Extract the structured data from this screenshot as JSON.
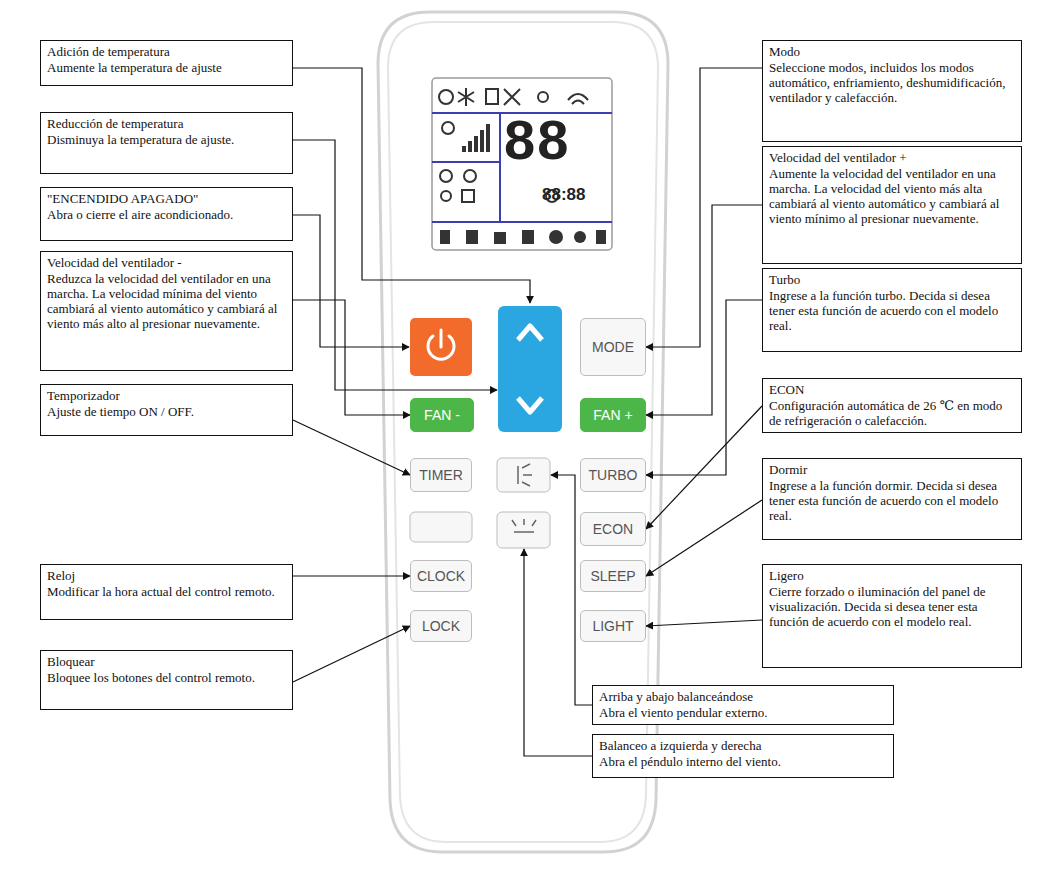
{
  "diagram": {
    "nodes": [
      {
        "text": [
          "Adición de temperatura",
          "Aumente la temperatura de ajuste"
        ]
      },
      {
        "text": [
          "Reducción de temperatura",
          "Disminuya la temperatura de ajuste."
        ]
      },
      {
        "text": [
          "\"ENCENDIDO APAGADO\"",
          "Abra o cierre el aire acondicionado."
        ]
      },
      {
        "text": [
          "Velocidad del ventilador -",
          "Reduzca la velocidad del ventilador en una marcha. La velocidad mínima del viento cambiará al viento automático y cambiará al viento más alto al presionar nuevamente."
        ]
      },
      {
        "text": [
          "Temporizador",
          "Ajuste de tiempo ON / OFF."
        ]
      },
      {
        "text": [
          "Reloj",
          "Modificar la hora actual del control remoto."
        ]
      },
      {
        "text": [
          "Bloquear",
          "Bloquee los botones del control remoto."
        ]
      },
      {
        "text": [
          "Modo",
          "Seleccione modos, incluidos los modos automático, enfriamiento, deshumidificación, ventilador y calefacción."
        ]
      },
      {
        "text": [
          "Velocidad del ventilador +",
          "Aumente la velocidad del ventilador en una marcha. La velocidad del viento más alta cambiará al viento automático y cambiará al viento mínimo al presionar nuevamente."
        ]
      },
      {
        "text": [
          "Turbo",
          "Ingrese a la función turbo. Decida si desea tener esta función de acuerdo con el modelo real."
        ]
      },
      {
        "text": [
          "ECON",
          "Configuración automática de 26 ℃ en modo de refrigeración o calefacción."
        ]
      },
      {
        "text": [
          "Dormir",
          "Ingrese a la función dormir. Decida si desea tener esta función de acuerdo con el modelo real."
        ]
      },
      {
        "text": [
          "Ligero",
          "Cierre forzado o iluminación del panel de visualización. Decida si desea tener esta función de acuerdo con el modelo real."
        ]
      },
      {
        "text": [
          "Arriba y abajo balanceándose",
          "Abra el viento pendular externo."
        ]
      },
      {
        "text": [
          "Balanceo a izquierda y derecha",
          "Abra el péndulo interno del viento."
        ]
      },
      {
        "text": [
          "MODE"
        ]
      },
      {
        "text": [
          "FAN -"
        ]
      },
      {
        "text": [
          "FAN +"
        ]
      },
      {
        "text": [
          "TIMER"
        ]
      },
      {
        "text": [
          "TURBO"
        ]
      },
      {
        "text": [
          "ECON"
        ]
      },
      {
        "text": [
          "CLOCK"
        ]
      },
      {
        "text": [
          "SLEEP"
        ]
      },
      {
        "text": [
          "LOCK"
        ]
      },
      {
        "text": [
          "LIGHT"
        ]
      }
    ],
    "edges": [
      {
        "from": 3,
        "to": 16,
        "arrow": "to"
      },
      {
        "from": 4,
        "to": 18,
        "arrow": "to"
      },
      {
        "from": 5,
        "to": 21,
        "arrow": "to"
      },
      {
        "from": 6,
        "to": 23,
        "arrow": "to"
      },
      {
        "from": 7,
        "to": 15,
        "arrow": "to"
      },
      {
        "from": 8,
        "to": 17,
        "arrow": "to"
      },
      {
        "from": 9,
        "to": 19,
        "arrow": "to"
      },
      {
        "from": 10,
        "to": 20,
        "arrow": "to"
      },
      {
        "from": 11,
        "to": 22,
        "arrow": "to"
      },
      {
        "from": 12,
        "to": 24,
        "arrow": "to"
      }
    ],
    "labels": [
      "88",
      "88:88"
    ]
  }
}
